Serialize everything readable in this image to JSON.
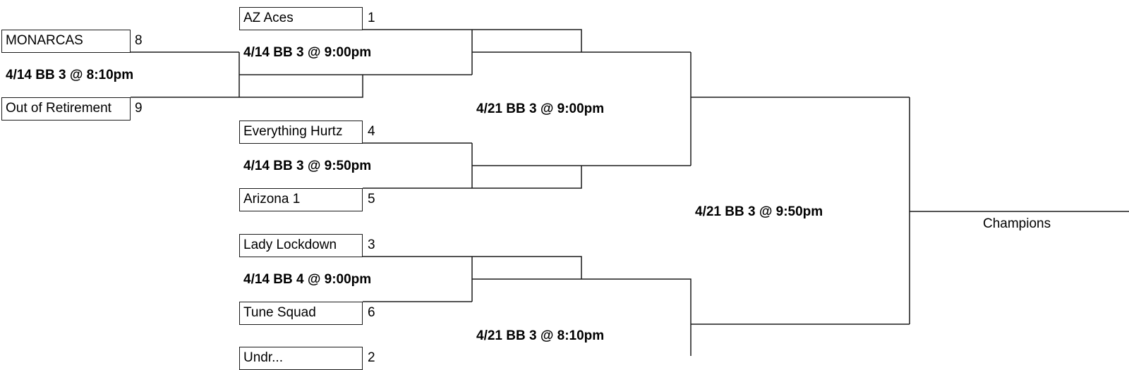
{
  "bracket": {
    "colors": {
      "line": "#1a1a1a",
      "text": "#000000",
      "background": "#ffffff"
    },
    "teams": [
      {
        "name": "AZ Aces",
        "seed": "1"
      },
      {
        "name": "MONARCAS",
        "seed": "8"
      },
      {
        "name": "Out of Retirement",
        "seed": "9"
      },
      {
        "name": "Everything Hurtz",
        "seed": "4"
      },
      {
        "name": "Arizona 1",
        "seed": "5"
      },
      {
        "name": "Lady Lockdown",
        "seed": "3"
      },
      {
        "name": "Tune Squad",
        "seed": "6"
      },
      {
        "name": "Undr...",
        "seed": "2"
      }
    ],
    "games": [
      {
        "label": "4/14 BB 3 @ 8:10pm"
      },
      {
        "label": "4/14 BB 3 @ 9:00pm"
      },
      {
        "label": "4/14 BB 3 @ 9:50pm"
      },
      {
        "label": "4/14 BB 4 @ 9:00pm"
      },
      {
        "label": "4/21 BB 3 @ 9:00pm"
      },
      {
        "label": "4/21 BB 3 @ 8:10pm"
      },
      {
        "label": "4/21 BB 3 @ 9:50pm"
      }
    ],
    "champion_label": "Champions"
  }
}
